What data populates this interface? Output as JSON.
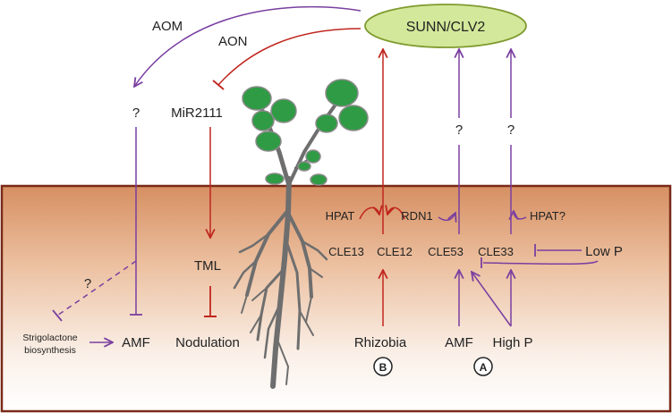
{
  "colors": {
    "purple": "#7a3fa0",
    "red": "#c0261e",
    "soil_border": "#7a2a18",
    "soil_top": "#d68f62",
    "root": "#6e6e6e",
    "leaf": "#2f9b44",
    "ellipse_fill": "#d3e89a",
    "ellipse_stroke": "#7f9a2e"
  },
  "nodes": {
    "sunn_clv2": "SUNN/CLV2",
    "aom": "AOM",
    "aon": "AON",
    "q_left": "?",
    "mir2111": "MiR2111",
    "q_mid": "?",
    "q_right": "?",
    "hpat": "HPAT",
    "rdn1": "RDN1",
    "hpat_q": "HPAT?",
    "cle13": "CLE13",
    "cle12": "CLE12",
    "cle53": "CLE53",
    "cle33": "CLE33",
    "low_p": "Low P",
    "tml": "TML",
    "q_dashed": "?",
    "strigolactone_line1": "Strigolactone",
    "strigolactone_line2": "biosynthesis",
    "amf_left": "AMF",
    "nodulation": "Nodulation",
    "rhizobia": "Rhizobia",
    "amf_right": "AMF",
    "high_p": "High P",
    "badge_b": "B",
    "badge_a": "A"
  }
}
